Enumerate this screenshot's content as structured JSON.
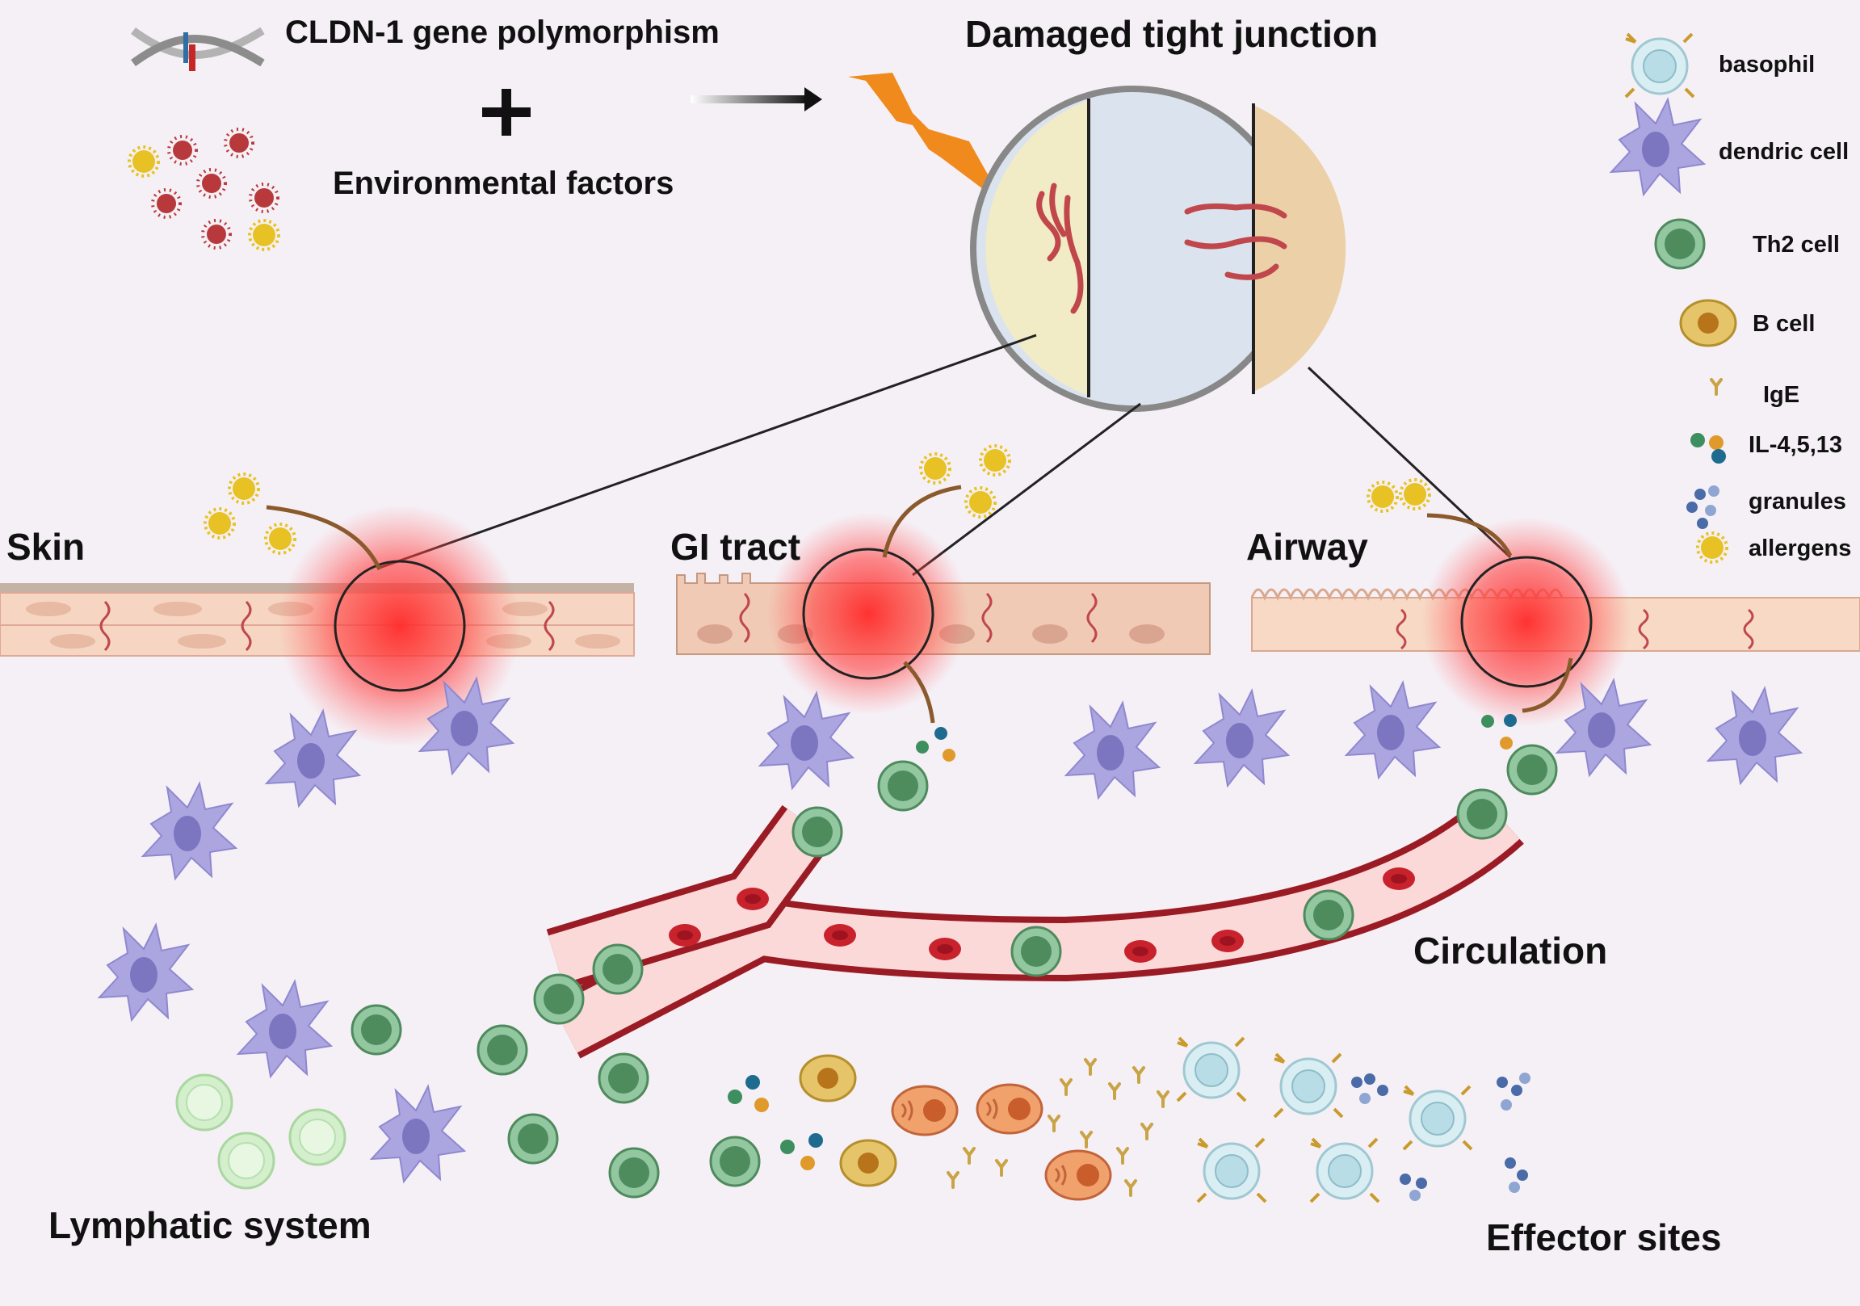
{
  "top": {
    "gene_label": "CLDN-1 gene polymorphism",
    "env_label": "Environmental factors",
    "plus_sign": "+",
    "damaged_label": "Damaged tight junction"
  },
  "tissues": {
    "skin": "Skin",
    "gi": "GI tract",
    "airway": "Airway"
  },
  "regions": {
    "circulation": "Circulation",
    "lymphatic": "Lymphatic system",
    "effector": "Effector sites"
  },
  "legend": {
    "items": [
      {
        "label": "basophil",
        "icon": "basophil-icon"
      },
      {
        "label": "dendric cell",
        "icon": "dendritic-cell-icon"
      },
      {
        "label": "Th2 cell",
        "icon": "th2-cell-icon"
      },
      {
        "label": "B cell",
        "icon": "b-cell-icon"
      },
      {
        "label": "IgE",
        "icon": "ige-icon"
      },
      {
        "label": "IL-4,5,13",
        "icon": "cytokine-icon"
      },
      {
        "label": "granules",
        "icon": "granules-icon"
      },
      {
        "label": "allergens",
        "icon": "allergen-icon"
      }
    ]
  },
  "colors": {
    "background": "#f5f0f6",
    "allergen": "#e8c224",
    "virus": "#b8393b",
    "th2": "#5f9e6e",
    "dendritic": "#a9a3dd",
    "vessel": "#9b1b24",
    "inflammation": "#ff3030",
    "lightning": "#f08a1c"
  }
}
